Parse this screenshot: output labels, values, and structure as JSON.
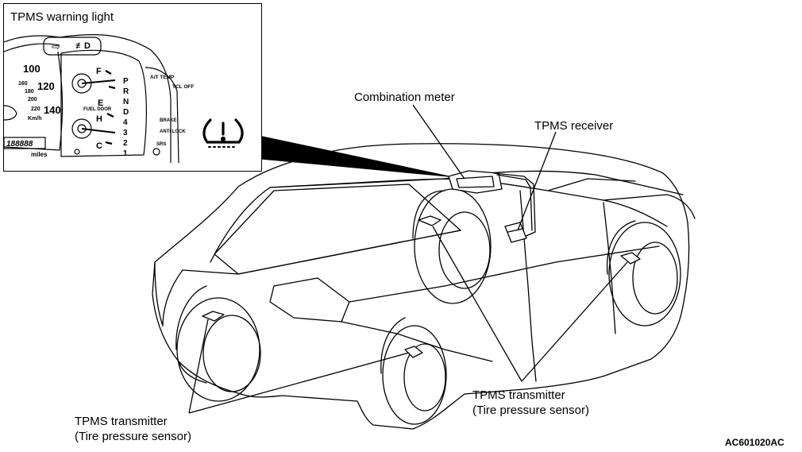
{
  "inset": {
    "title": "TPMS warning light",
    "gauge": {
      "speed_ticks": [
        "100",
        "120",
        "140"
      ],
      "kmh_ticks": [
        "160",
        "180",
        "200",
        "220"
      ],
      "kmh_unit": "Km/h",
      "odometer": "188888",
      "odometer_unit": "miles",
      "fuel_full": "F",
      "fuel_empty": "E",
      "fuel_door": "FUEL DOOR",
      "temp_hot": "H",
      "temp_cold": "C",
      "gears": [
        "P",
        "R",
        "N",
        "D",
        "4",
        "3",
        "2",
        "1"
      ],
      "indicators": [
        "A/T TEMP",
        "TCL OFF",
        "BRAKE",
        "ANTI LOCK",
        "SRS"
      ]
    }
  },
  "labels": {
    "combination_meter": "Combination meter",
    "tpms_receiver": "TPMS receiver",
    "transmitter_right_line1": "TPMS transmitter",
    "transmitter_right_line2": "(Tire pressure sensor)",
    "transmitter_left_line1": "TPMS transmitter",
    "transmitter_left_line2": "(Tire pressure sensor)"
  },
  "figure_code": "AC601020AC"
}
